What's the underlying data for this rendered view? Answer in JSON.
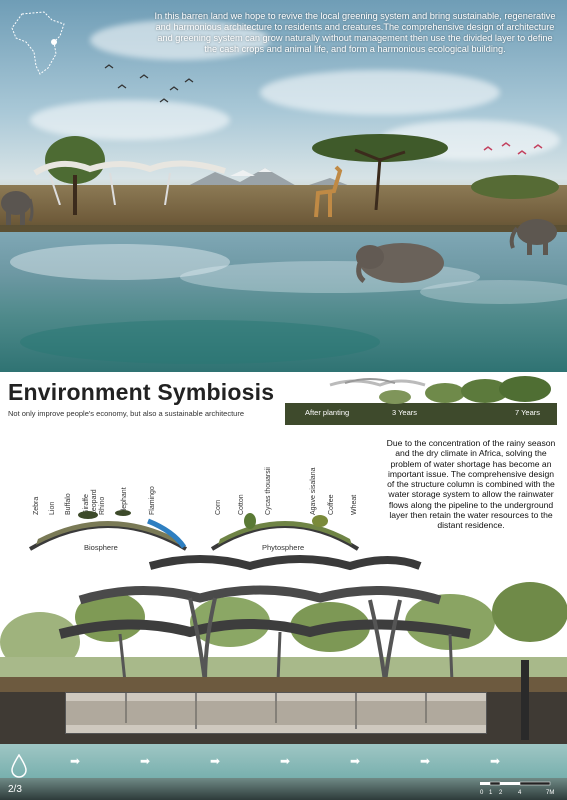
{
  "hero": {
    "intro": "In  this barren land we hope to revive the local greening system and bring sustainable, regenerative and harmonious architecture to residents and creatures.The comprehensive design of architecture and greening  system can grow naturally without management  then  use the divided layer  to define the cash crops and animal life, and form a harmonious ecological building."
  },
  "symbiosis": {
    "title": "Environment Symbiosis",
    "subtitle": "Not only improve people's economy, but also a sustainable architecture",
    "stages": [
      "After planting",
      "3 Years",
      "7 Years"
    ],
    "description": "Due to the concentration of the rainy season and the dry climate in Africa, solving the problem of water shortage has become an important issue. The comprehensive design of the structure column is combined with the water storage system to allow the rainwater flows along the pipeline to the underground layer then retain the water resources to the distant residence."
  },
  "biosphere": {
    "label": "Biosphere",
    "species": [
      "Zebra",
      "Lion",
      "Buffalo",
      "Giraffe",
      "Leopard",
      "Rhino",
      "Elephant",
      "Flamingo"
    ]
  },
  "phytosphere": {
    "label": "Phytosphere",
    "species": [
      "Corn",
      "Cotton",
      "Cycas thouarsii",
      "Agave sisalana",
      "Coffee",
      "Wheat"
    ]
  },
  "footer": {
    "page": "2/3",
    "scale_ticks": [
      "0",
      "1",
      "2",
      "4",
      "7M"
    ]
  }
}
